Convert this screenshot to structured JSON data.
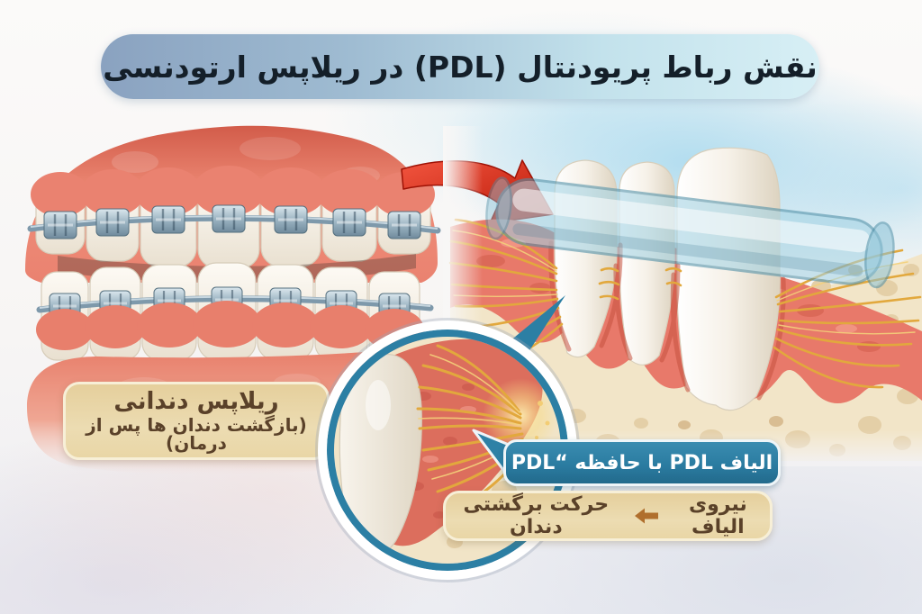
{
  "banner": {
    "title": "نقش رباط پریودنتال (PDL) در ریلاپس ارتودنسی"
  },
  "relapse_label": {
    "title": "ریلاپس دندانی",
    "subtitle": "(بازگشت دندان ها پس از درمان)"
  },
  "pdl_bubble": {
    "text": "الیاف PDL با حافظه “PDL"
  },
  "force_caption": {
    "force": "نیروی الیاف",
    "result": "حرکت برگشتی دندان"
  },
  "icons": {
    "relapse_flow_arrow": "curved-red-arrow",
    "force_direction_arrow": "left-orange-arrow",
    "magnifier": "zoom-circle-on-pdl-fibers"
  },
  "colors": {
    "banner_gradient_left": "#8aa2c0",
    "banner_gradient_right": "#d7eff5",
    "banner_text": "#141f29",
    "beige_label_bg": "#e9d6a6",
    "beige_label_border": "#f7efd7",
    "beige_label_text": "#5a4129",
    "bubble_bg": "#2b7ca1",
    "bubble_text": "#ffffff",
    "red_arrow": "#d92a18",
    "fiber_gold": "#e2a83d",
    "gum_pink": "#e8796a",
    "tooth_white": "#f3eee5",
    "retainer_blue": "#a9d3e3",
    "bone_beige": "#f2e5c8"
  }
}
